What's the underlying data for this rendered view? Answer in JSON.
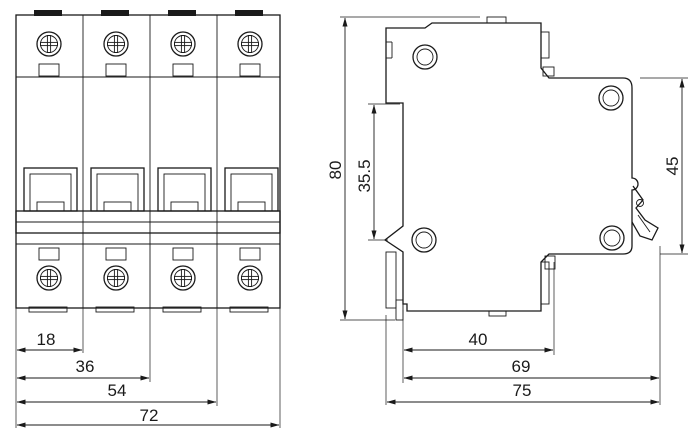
{
  "front_view": {
    "poles": 4,
    "dimensions": {
      "width_1_pole": "18",
      "width_2_poles": "36",
      "width_3_poles": "54",
      "width_4_poles": "72"
    }
  },
  "side_view": {
    "dimensions": {
      "overall_height": "80",
      "rail_height": "35.5",
      "cover_height": "45",
      "depth_to_rail": "40",
      "depth_to_cover": "69",
      "overall_depth": "75"
    }
  }
}
